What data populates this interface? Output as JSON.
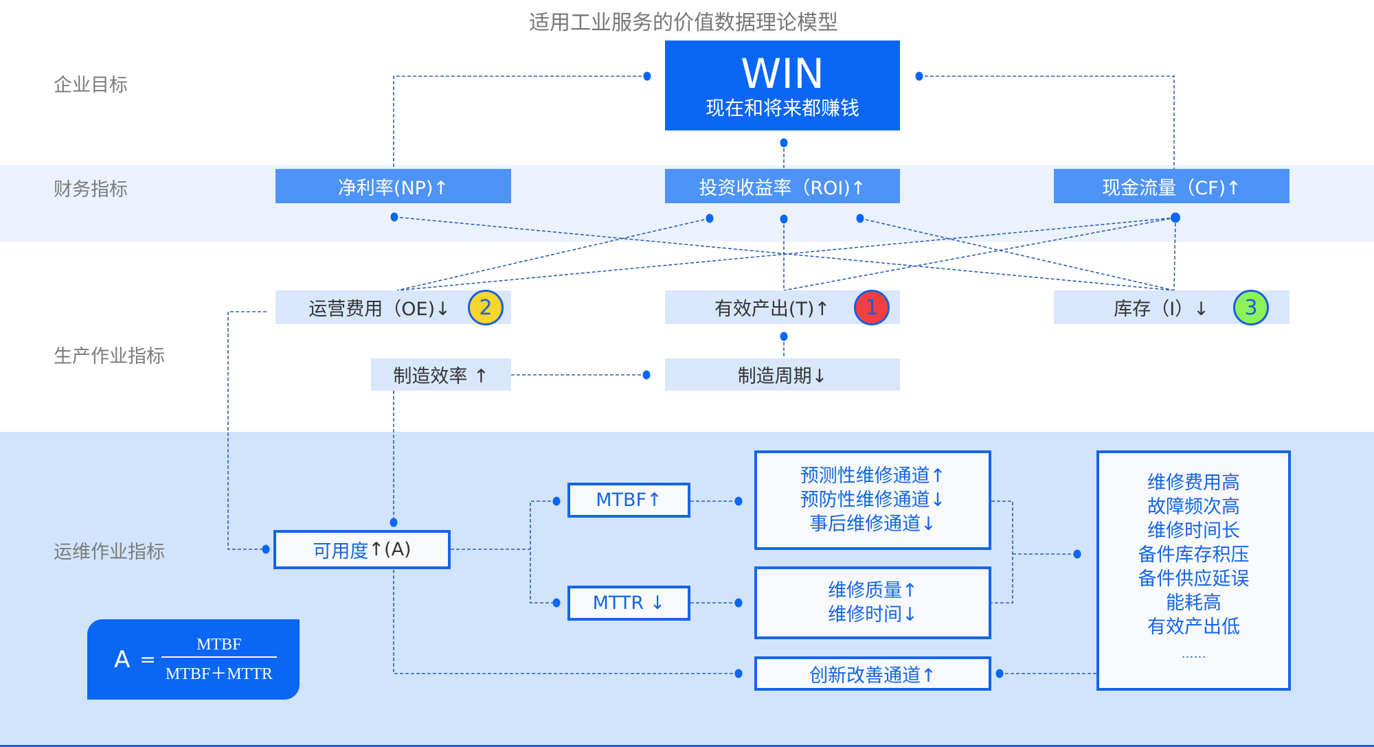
{
  "title": "适用工业服务的价值数据理论模型",
  "row_labels": {
    "goal": "企业目标",
    "finance": "财务指标",
    "production": "生产作业指标",
    "operations": "运维作业指标"
  },
  "goal": {
    "headline": "WIN",
    "subtitle": "现在和将来都赚钱"
  },
  "finance": {
    "np": "净利率(NP)↑",
    "roi": "投资收益率（ROI)↑",
    "cf": "现金流量（CF)↑"
  },
  "production": {
    "oe": "运营费用（OE)↓",
    "throughput": "有效产出(T)↑",
    "inventory": "库存（I）↓",
    "efficiency": "制造效率 ↑",
    "cycle": "制造周期↓"
  },
  "badges": [
    {
      "label": "1",
      "color": "#f24040",
      "target": "throughput"
    },
    {
      "label": "2",
      "color": "#fad52a",
      "target": "oe"
    },
    {
      "label": "3",
      "color": "#8df25a",
      "target": "inventory"
    }
  ],
  "operations": {
    "availability_main": "可用度",
    "availability_suffix": "↑(A)",
    "mtbf": "MTBF↑",
    "mttr": "MTTR ↓",
    "channels_mtbf": [
      "预测性维修通道↑",
      "预防性维修通道↓",
      "事后维修通道↓"
    ],
    "channels_mttr": [
      "维修质量↑",
      "维修时间↓"
    ],
    "innovation": "创新改善通道↑",
    "problems": [
      "维修费用高",
      "故障频次高",
      "维修时间长",
      "备件库存积压",
      "备件供应延误",
      "能耗高",
      "有效产出低",
      "……"
    ]
  },
  "formula": {
    "lhs": "A",
    "eq": "=",
    "numerator": "MTBF",
    "denominator": "MTBF＋MTTR"
  },
  "colors": {
    "primary": "#0a66f5",
    "finance_box": "#4e93f8",
    "production_box": "#d8e7fc",
    "ops_band": "#d2e4fb",
    "connector": "#2d5fb0"
  }
}
